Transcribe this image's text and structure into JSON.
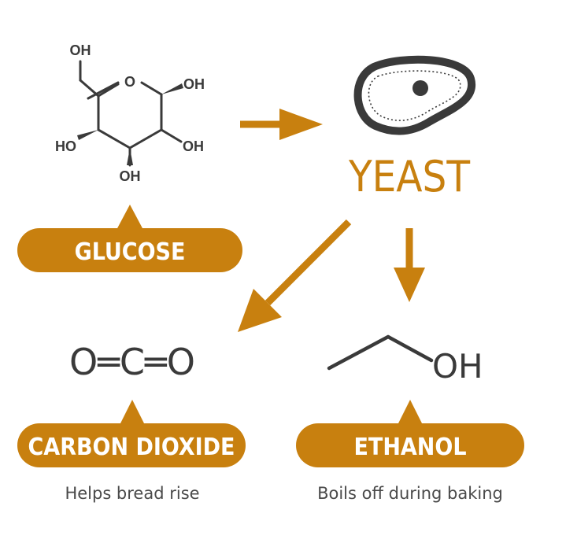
{
  "colors": {
    "accent": "#c8800f",
    "ink": "#3a3a3a"
  },
  "glucose": {
    "label": "GLUCOSE",
    "atoms": {
      "oh_top": "OH",
      "ring_o": "O",
      "oh_right": "OH",
      "ho_left": "HO",
      "oh_lower_right": "OH",
      "oh_bottom": "OH"
    }
  },
  "yeast": {
    "label": "YEAST",
    "icon": "yeast-cell-icon"
  },
  "carbon_dioxide": {
    "label": "CARBON DIOXIDE",
    "formula": "O═C═O",
    "caption": "Helps bread rise"
  },
  "ethanol": {
    "label": "ETHANOL",
    "oh": "OH",
    "caption": "Boils off during baking"
  }
}
